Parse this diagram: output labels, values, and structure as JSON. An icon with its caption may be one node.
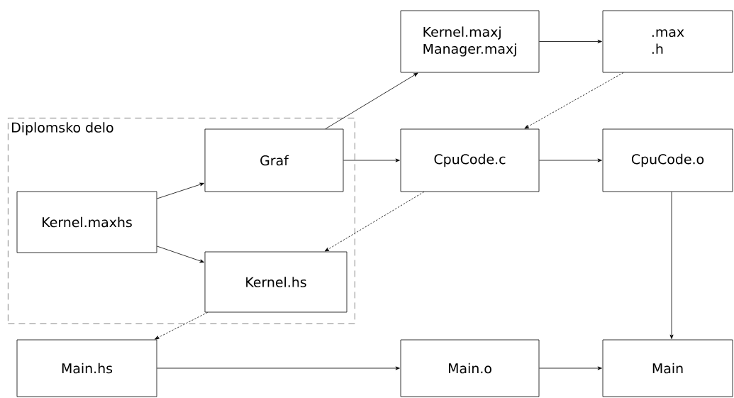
{
  "diagram": {
    "nodes": [
      {
        "text": [
          "Diplomsko delo"
        ]
      },
      {
        "text": [
          "Kernel.maxhs"
        ],
        "in": 0
      },
      {
        "text": [
          "Graf"
        ],
        "in": 0
      },
      {
        "text": [
          "Kernel.hs"
        ],
        "in": 0
      },
      {
        "text": [
          "Kernel.maxj",
          "Manager.maxj"
        ]
      },
      {
        "text": [
          ".max",
          ".h"
        ]
      },
      {
        "text": [
          "CpuCode.c"
        ]
      },
      {
        "text": [
          "CpuCode.o"
        ]
      },
      {
        "text": [
          "Main.hs"
        ]
      },
      {
        "text": [
          "Main.o"
        ]
      },
      {
        "text": [
          "Main"
        ]
      }
    ],
    "edges": [
      {
        "from": 1,
        "to": 2,
        "arrow": "to"
      },
      {
        "from": 1,
        "to": 3,
        "arrow": "to"
      },
      {
        "from": 2,
        "to": 4,
        "arrow": "to"
      },
      {
        "from": 4,
        "to": 5,
        "arrow": "to"
      },
      {
        "from": 2,
        "to": 6,
        "arrow": "to"
      },
      {
        "from": 5,
        "to": 6,
        "arrow": "to",
        "style": "dashed"
      },
      {
        "from": 6,
        "to": 7,
        "arrow": "to"
      },
      {
        "from": 6,
        "to": 3,
        "arrow": "to",
        "style": "dashed"
      },
      {
        "from": 3,
        "to": 8,
        "arrow": "to",
        "style": "dashed"
      },
      {
        "from": 8,
        "to": 9,
        "arrow": "to"
      },
      {
        "from": 9,
        "to": 10,
        "arrow": "to"
      },
      {
        "from": 7,
        "to": 10,
        "arrow": "to"
      }
    ]
  }
}
